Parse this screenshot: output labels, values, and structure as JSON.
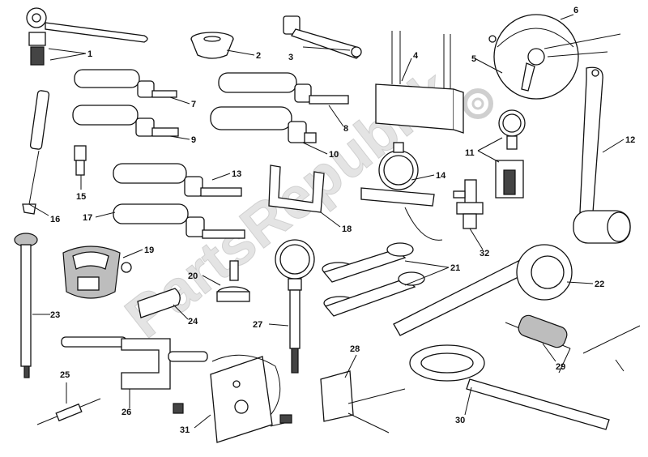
{
  "watermark": "PartsRepublik",
  "labels": [
    "1",
    "2",
    "3",
    "4",
    "5",
    "6",
    "7",
    "8",
    "9",
    "10",
    "11",
    "12",
    "13",
    "14",
    "15",
    "16",
    "17",
    "18",
    "19",
    "20",
    "21",
    "22",
    "23",
    "24",
    "25",
    "26",
    "27",
    "28",
    "29",
    "30",
    "31",
    "32"
  ]
}
